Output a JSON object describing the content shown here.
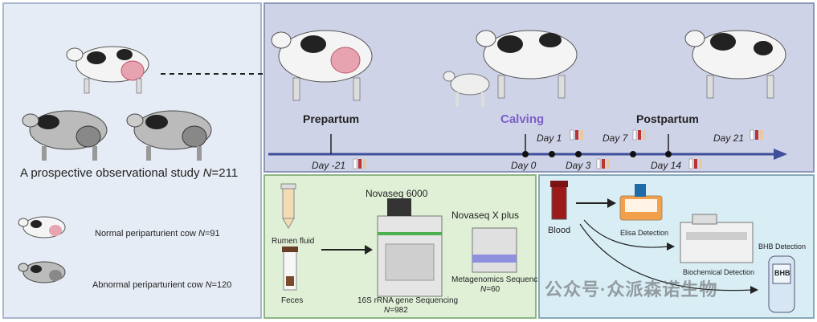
{
  "study": {
    "title_prefix": "A prospective observational study ",
    "title_n_symbol": "N",
    "title_n_value": "=211"
  },
  "groups": {
    "normal_label": "Normal periparturient cow ",
    "normal_n_symbol": "N",
    "normal_n_value": "=91",
    "abnormal_label": "Abnormal periparturient cow ",
    "abnormal_n_symbol": "N",
    "abnormal_n_value": "=120"
  },
  "timeline": {
    "stages": {
      "prepartum": "Prepartum",
      "calving": "Calving",
      "postpartum": "Postpartum"
    },
    "days": [
      "Day -21",
      "Day 0",
      "Day 1",
      "Day 3",
      "Day 7",
      "Day 14",
      "Day 21"
    ],
    "colors": {
      "calving": "#7b5fc7",
      "axis": "#3f4f9a"
    }
  },
  "sequencing": {
    "rumen_label": "Rumen fluid",
    "feces_label": "Feces",
    "novaseq6000": "Novaseq 6000",
    "novaseqx": "Novaseq X plus",
    "s16_label": "16S rRNA gene Sequencing",
    "s16_n_symbol": "N",
    "s16_n_value": "=982",
    "meta_label": "Metagenomics Sequencing",
    "meta_n_symbol": "N",
    "meta_n_value": "=60"
  },
  "blood": {
    "blood_label": "Blood",
    "elisa_label": "Elisa Detection",
    "biochem_label": "Biochemical Detection",
    "bhb_label": "BHB Detection",
    "bhb_screen": "BHB"
  },
  "watermark": "公众号·众派森诺生物"
}
